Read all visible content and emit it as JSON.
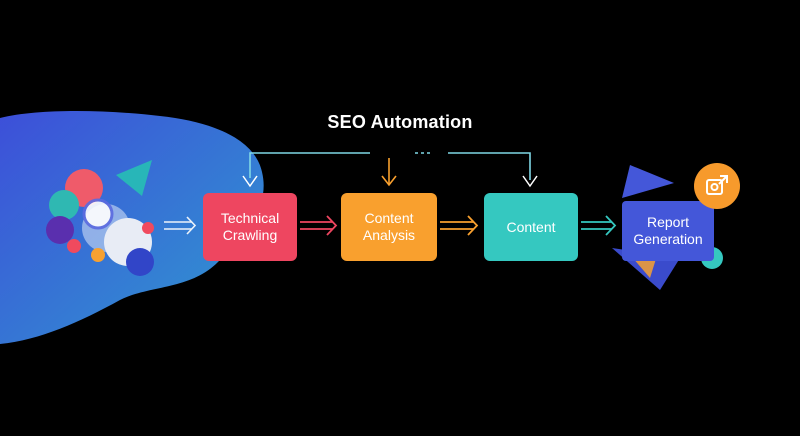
{
  "diagram": {
    "title": "SEO Automation",
    "steps": [
      {
        "label": "Technical\nCrawling",
        "color": "#ee4660"
      },
      {
        "label": "Content\nAnalysis",
        "color": "#f9a02e"
      },
      {
        "label": "Content",
        "color": "#35c8c0"
      },
      {
        "label": "Report\nGeneration",
        "color": "#4457d9"
      }
    ],
    "colors": {
      "background": "#000000",
      "blob_start": "#3b57d8",
      "blob_end": "#2f8fd0",
      "feedback_line": "#7fd8e6",
      "icon_badge": "#f79a2c"
    },
    "icons": [
      "abstract-shapes-icon",
      "share-report-icon"
    ]
  }
}
